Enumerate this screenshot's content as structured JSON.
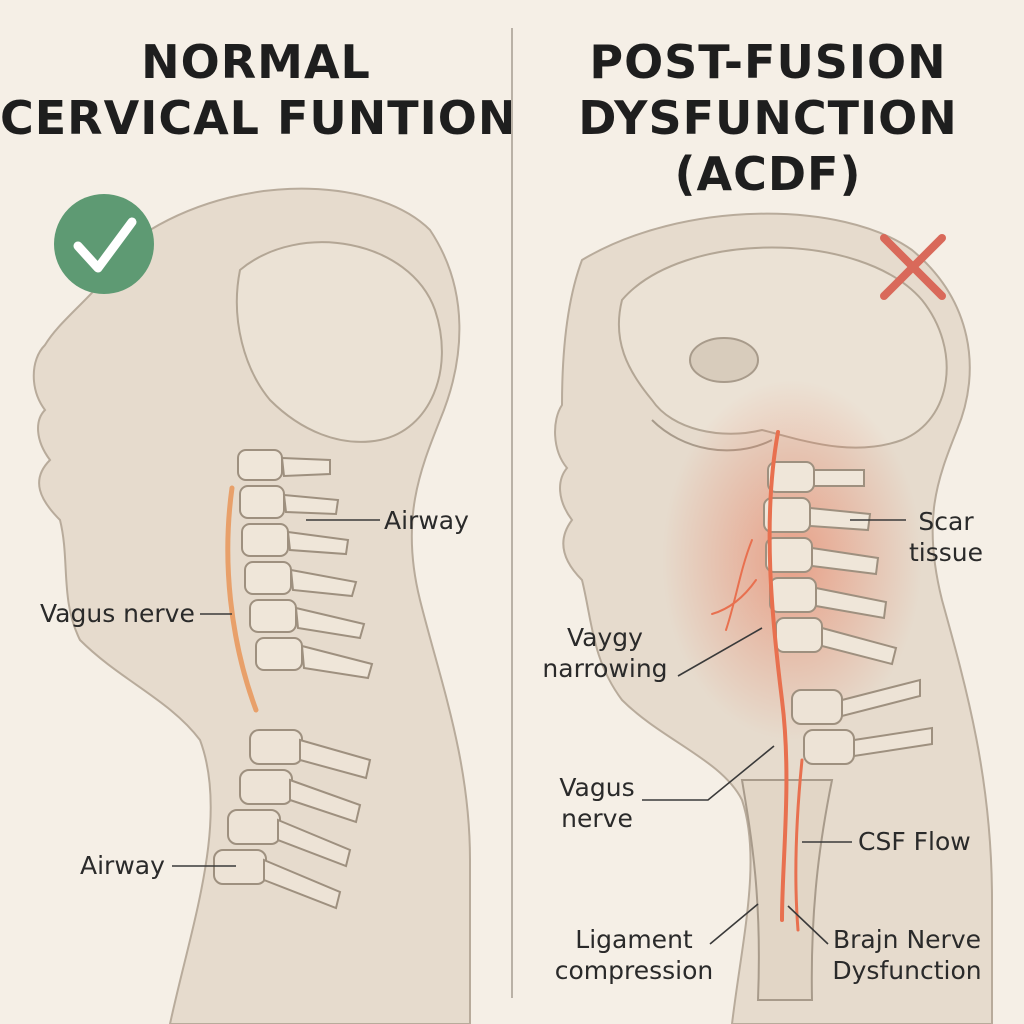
{
  "left": {
    "title_line1": "NORMAL",
    "title_line2": "CERVICAL FUNTION",
    "status_icon": "check-icon",
    "status_color": "#5e9a73",
    "labels": {
      "airway_upper": "Airway",
      "vagus_nerve": "Vagus nerve",
      "airway_lower": "Airway"
    }
  },
  "right": {
    "title_line1": "POST-FUSION",
    "title_line2": "DYSFUNCTION",
    "title_line3": "(ACDF)",
    "status_icon": "cross-icon",
    "status_color": "#d9695a",
    "labels": {
      "scar_line1": "Scar",
      "scar_line2": "tissue",
      "vaygy_line1": "Vaygy",
      "vaygy_line2": "narrowing",
      "vagus_line1": "Vagus",
      "vagus_line2": "nerve",
      "csf_flow": "CSF Flow",
      "ligament_line1": "Ligament",
      "ligament_line2": "compression",
      "brain_line1": "Brajn Nerve",
      "brain_line2": "Dysfunction"
    }
  },
  "colors": {
    "background": "#f5efe6",
    "skin": "#e8ddcf",
    "bone": "#ece2d4",
    "outline": "#a89b8b",
    "nerve": "#e8a06a",
    "inflammation": "#e8704f"
  }
}
